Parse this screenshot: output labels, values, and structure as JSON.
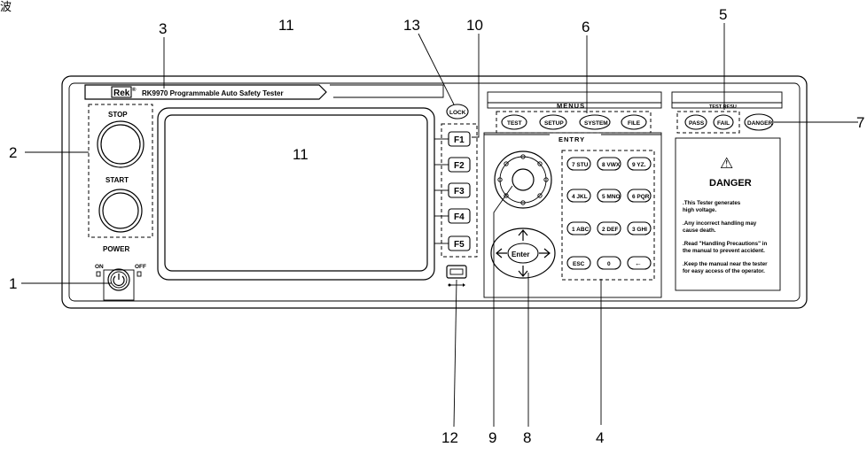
{
  "corner_mark": "波",
  "callouts": {
    "n1": "1",
    "n2": "2",
    "n3": "3",
    "n4": "4",
    "n5": "5",
    "n6": "6",
    "n7": "7",
    "n8": "8",
    "n9": "9",
    "n10": "10",
    "n11": "11",
    "n12": "12",
    "n13": "13"
  },
  "brand": {
    "logo": "Rek",
    "logo_mark": "®",
    "model_title": "RK9970 Programmable Auto Safety Tester"
  },
  "left_panel": {
    "stop_label": "STOP",
    "start_label": "START",
    "power_label": "POWER",
    "on_label": "ON",
    "off_label": "OFF"
  },
  "lock_label": "LOCK",
  "function_keys": [
    "F1",
    "F2",
    "F3",
    "F4",
    "F5"
  ],
  "menus": {
    "header": "MENUS",
    "buttons": [
      "TEST",
      "SETUP",
      "SYSTEM",
      "FILE"
    ]
  },
  "test_result": {
    "header": "TEST RESU",
    "buttons": [
      "PASS",
      "FAIL"
    ],
    "danger_button": "DANGER"
  },
  "entry": {
    "header": "ENTRY",
    "keys": [
      [
        "7 STU",
        "8 VWX",
        "9 YZ."
      ],
      [
        "4 JKL",
        "5 MNO",
        "6 PQR"
      ],
      [
        "1 ABC",
        "2 DEF",
        "3 GHI"
      ],
      [
        "ESC",
        "0",
        "←"
      ]
    ],
    "enter": "Enter"
  },
  "danger_panel": {
    "icon": "⚠",
    "title": "DANGER",
    "lines": [
      ".This Tester generates",
      "  high voltage.",
      ".Any incorrect handling may",
      "  cause death.",
      ".Read \"Handling Precautions\" in",
      "  the manual to prevent accident.",
      ".Keep the manual near the tester",
      "  for easy access of the operator."
    ]
  }
}
